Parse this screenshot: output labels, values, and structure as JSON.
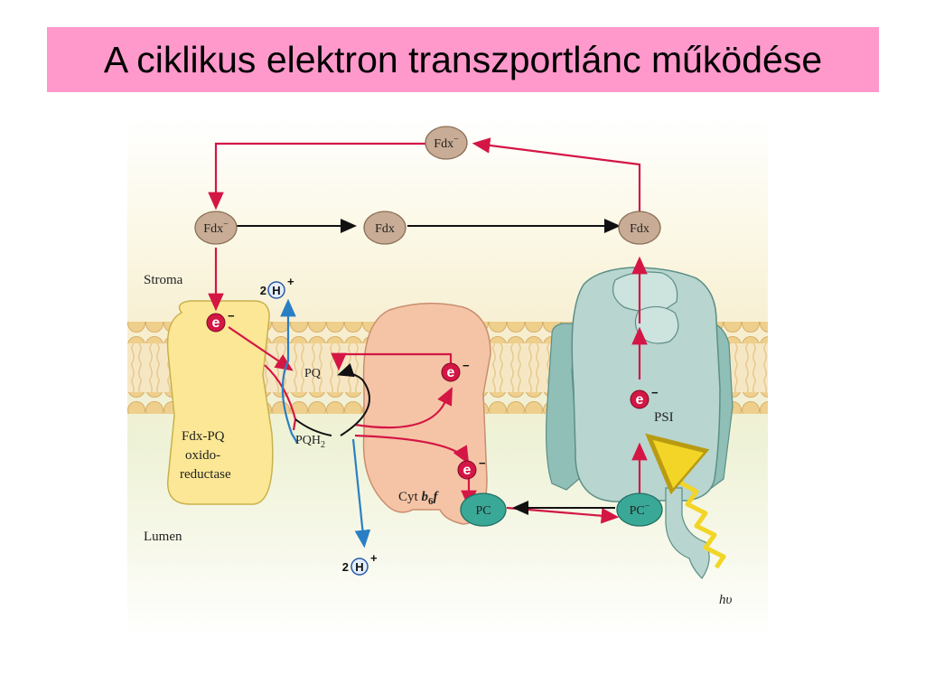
{
  "title": "A ciklikus elektron transzportlánc működése",
  "regions": {
    "stroma": "Stroma",
    "lumen": "Lumen"
  },
  "complexes": {
    "oxidoreductase": [
      "Fdx-PQ",
      "oxido-",
      "reductase"
    ],
    "cyt_main": "Cyt ",
    "cyt_b": "b",
    "cyt_sub": "6",
    "cyt_f": "f",
    "psi": "PSI"
  },
  "molecules": {
    "fdx_top": "Fdx",
    "fdx_top_sup": "−",
    "fdx_left": "Fdx",
    "fdx_left_sup": "−",
    "fdx_mid": "Fdx",
    "fdx_right": "Fdx",
    "pq": "PQ",
    "pqh2": "PQH",
    "pqh2_sub": "2",
    "pc": "PC",
    "pc_minus": "PC",
    "pc_minus_sup": "−"
  },
  "protons": {
    "count": "2",
    "symbol": "H",
    "charge": "+"
  },
  "electron": {
    "symbol": "e",
    "charge": "−"
  },
  "light": "hυ",
  "colors": {
    "title_bg": "#ff99cc",
    "electron_path": "#d41645",
    "proton_path": "#2a7fc4",
    "membrane": "#f0d9a0",
    "oxidoreductase": "#fbe795",
    "cytochrome": "#f5c4a6",
    "psi": "#b8d5cf",
    "pc": "#3aa897",
    "fdx": "#c9ac95",
    "light_wave": "#f2d526"
  }
}
